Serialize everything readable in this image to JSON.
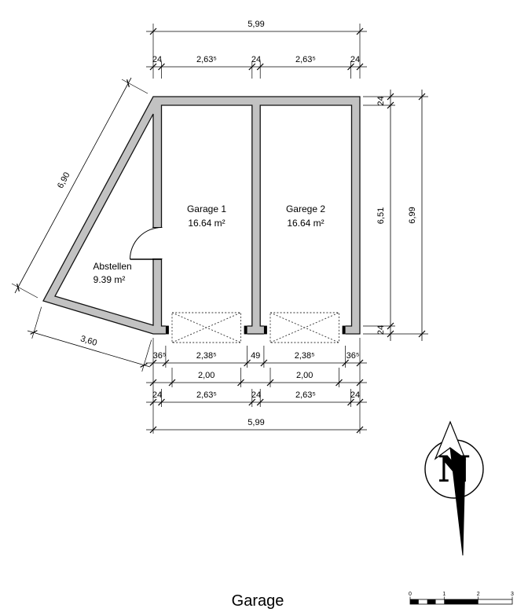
{
  "title": "Garage",
  "colors": {
    "wall_fill": "#c2c2c2"
  },
  "rooms": [
    {
      "name": "Garage 1",
      "area": "16.64 m²"
    },
    {
      "name": "Garege 2",
      "area": "16.64 m²"
    },
    {
      "name": "Abstellen",
      "area": "9.39 m²"
    }
  ],
  "dims": {
    "top_overall": "5,99",
    "top_row": [
      "24",
      "2,63⁵",
      "24",
      "2,63⁵",
      "24"
    ],
    "left_diagonal": "6,90",
    "bottom_diagonal": "3,60",
    "right_inner": [
      "24",
      "6,51",
      "24"
    ],
    "right_overall": "6,99",
    "bottom_row1": [
      "36⁵",
      "2,38⁵",
      "49",
      "2,38⁵",
      "36⁵"
    ],
    "bottom_row2": [
      "2,00",
      "2,00"
    ],
    "bottom_row3": [
      "24",
      "2,63⁵",
      "24",
      "2,63⁵",
      "24"
    ],
    "bottom_overall": "5,99"
  },
  "north": {
    "label": "N"
  },
  "scalebar": {
    "ticks": [
      "0",
      "1",
      "2",
      "3"
    ]
  }
}
